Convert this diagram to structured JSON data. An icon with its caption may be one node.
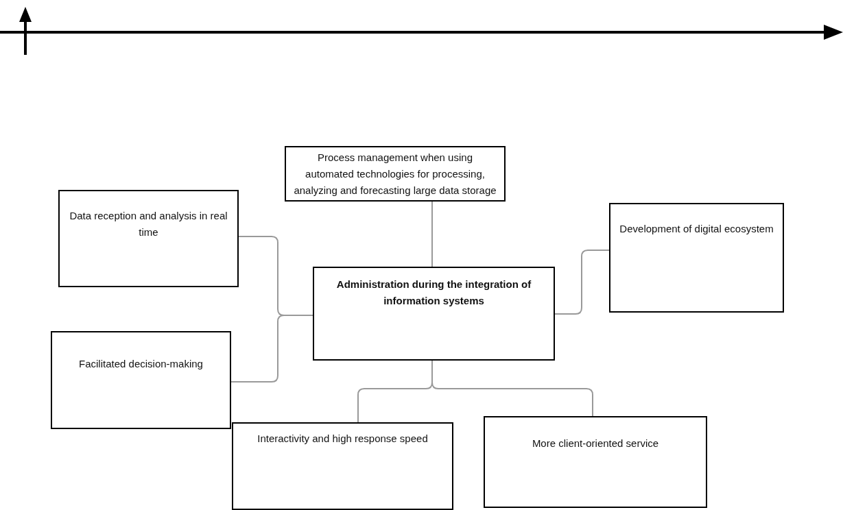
{
  "diagram": {
    "nodes": [
      {
        "text": [
          "Process management when using automated technologies for processing, analyzing and forecasting large data storage"
        ]
      },
      {
        "text": [
          "Data reception and analysis in real time"
        ]
      },
      {
        "text": [
          "Development of digital ecosystem"
        ]
      },
      {
        "text": [
          "Administration during the integration of information systems"
        ]
      },
      {
        "text": [
          "Facilitated decision-making"
        ]
      },
      {
        "text": [
          "Interactivity and high response speed"
        ]
      },
      {
        "text": [
          "More client-oriented service"
        ]
      }
    ],
    "edges": [
      {
        "from": 3,
        "to": 0,
        "arrow": "none"
      },
      {
        "from": 3,
        "to": 1,
        "arrow": "none"
      },
      {
        "from": 3,
        "to": 2,
        "arrow": "none"
      },
      {
        "from": 3,
        "to": 4,
        "arrow": "none"
      },
      {
        "from": 3,
        "to": 5,
        "arrow": "none"
      },
      {
        "from": 3,
        "to": 6,
        "arrow": "none"
      }
    ]
  }
}
